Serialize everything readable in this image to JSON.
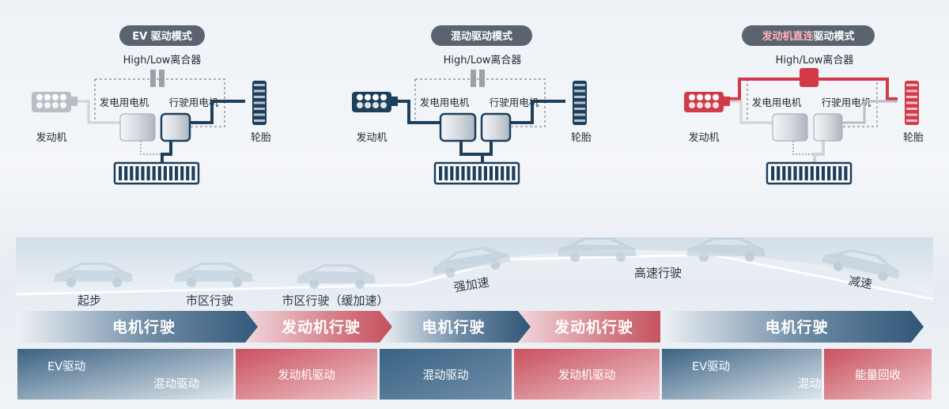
{
  "diagrams": [
    {
      "mode_title": "EV 驱动模式",
      "clutch": "High/Low离合器",
      "gen_motor": "发电用电机",
      "drive_motor": "行驶用电机",
      "engine": "发动机",
      "tire": "轮胎",
      "state": "ev",
      "title_color": "#5a6470"
    },
    {
      "mode_title": "混动驱动模式",
      "clutch": "High/Low离合器",
      "gen_motor": "发电用电机",
      "drive_motor": "行驶用电机",
      "engine": "发动机",
      "tire": "轮胎",
      "state": "hybrid",
      "title_color": "#5a6470"
    },
    {
      "mode_title_plain": "发动机直连驱动模式",
      "mode_title": "发动机直连驱动模式",
      "clutch": "High/Low离合器",
      "gen_motor": "发电用电机",
      "drive_motor": "行驶用电机",
      "engine": "发动机",
      "tire": "轮胎",
      "state": "direct",
      "title_color": "#5a6470"
    }
  ],
  "scenes": [
    "起步",
    "市区行驶",
    "市区行驶（缓加速）",
    "强加速",
    "高速行驶",
    "减速"
  ],
  "drive_bands": [
    "电机行驶",
    "发动机行驶",
    "电机行驶",
    "发动机行驶",
    "电机行驶"
  ],
  "mode_blocks": [
    {
      "labels": [
        "EV驱动",
        "混动驱动"
      ],
      "tone": "blue-split"
    },
    {
      "labels": [
        "发动机驱动"
      ],
      "tone": "red"
    },
    {
      "labels": [
        "混动驱动"
      ],
      "tone": "blue"
    },
    {
      "labels": [
        "发动机驱动"
      ],
      "tone": "red"
    },
    {
      "labels": [
        "EV驱动",
        "混动驱动"
      ],
      "tone": "blue-split"
    },
    {
      "labels": [
        "能量回收"
      ],
      "tone": "red"
    }
  ],
  "colors": {
    "navy": "#1e3f5c",
    "red": "#d23a4a",
    "gray": "#b8bec6",
    "band_blue": "#3f6583",
    "band_red": "#c9606a"
  }
}
